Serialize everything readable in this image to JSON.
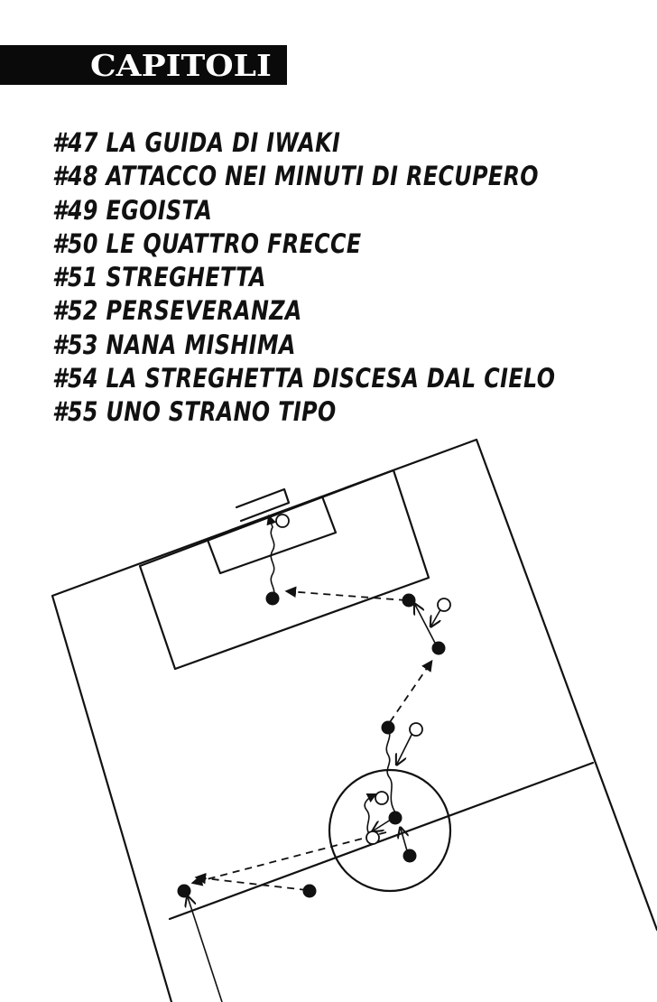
{
  "header": {
    "title": "CAPITOLI"
  },
  "chapters": [
    {
      "label": "#47 LA GUIDA DI IWAKI"
    },
    {
      "label": "#48 ATTACCO NEI MINUTI DI RECUPERO"
    },
    {
      "label": "#49 EGOISTA"
    },
    {
      "label": "#50 LE QUATTRO FRECCE"
    },
    {
      "label": "#51 STREGHETTA"
    },
    {
      "label": "#52 PERSEVERANZA"
    },
    {
      "label": "#53 NANA MISHIMA"
    },
    {
      "label": "#54 LA STREGHETTA DISCESA DAL CIELO"
    },
    {
      "label": "#55 UNO STRANO TIPO"
    }
  ],
  "colors": {
    "ink": "#111111",
    "paper": "#ffffff",
    "title_bar": "#0a0a0a"
  },
  "diagram": {
    "icon": "soccer-tactics-diagram"
  }
}
